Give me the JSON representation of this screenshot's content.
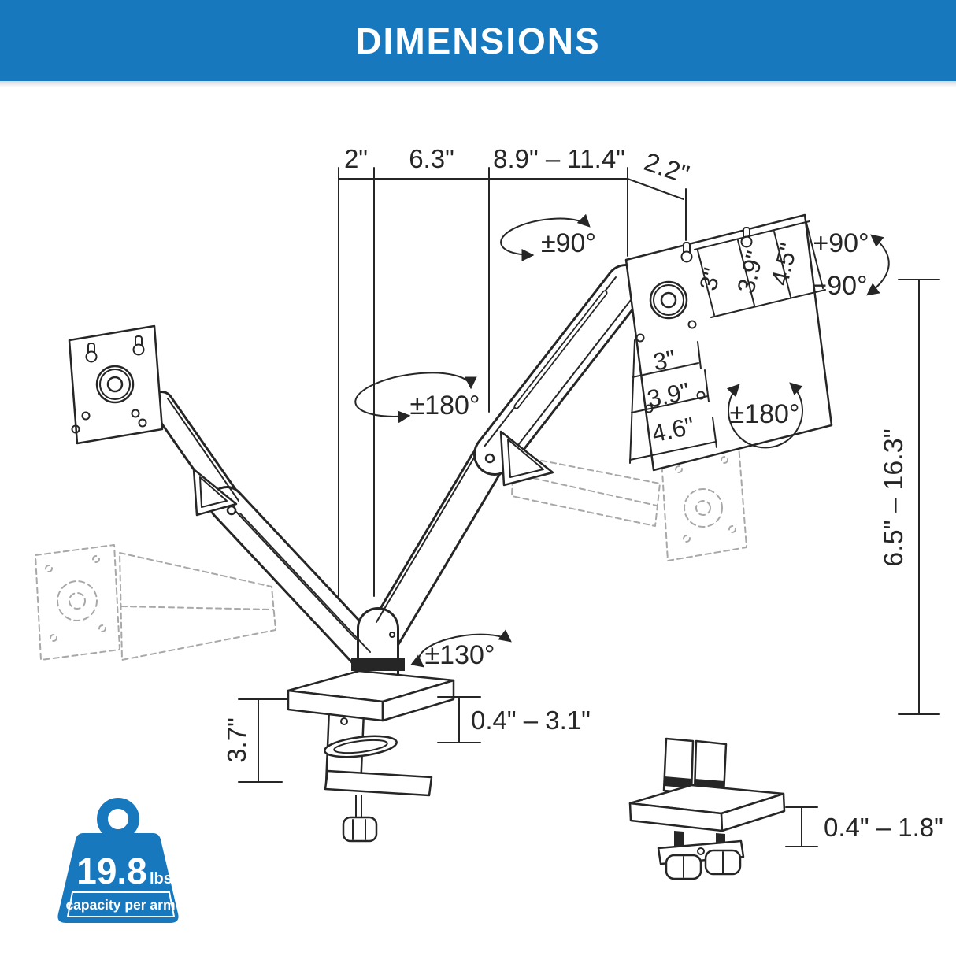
{
  "header": {
    "title": "DIMENSIONS"
  },
  "colors": {
    "brand_blue": "#1878be",
    "line": "#262626",
    "ghost": "#a8a8a8"
  },
  "dimensions": {
    "top": {
      "seg1": "2\"",
      "seg2": "6.3\"",
      "seg3": "8.9\" – 11.4\"",
      "seg4": "2.2\""
    },
    "vesa_vertical": {
      "inner": "3\"",
      "mid": "3.9\"",
      "outer": "4.5\""
    },
    "vesa_horizontal": {
      "inner": "3\"",
      "mid": "3.9\"",
      "outer": "4.6\""
    },
    "height_range": "6.5\" – 16.3\"",
    "clamp_height": "3.7\"",
    "clamp_desk_range": "0.4\" – 3.1\"",
    "grommet_desk_range": "0.4\" – 1.8\""
  },
  "rotations": {
    "arm_swivel": "±90°",
    "tilt_up": "+90°",
    "tilt_down": "−90°",
    "elbow_swivel": "±180°",
    "plate_rotation": "±180°",
    "base_swivel": "±130°"
  },
  "weight_badge": {
    "value": "19.8",
    "unit": "lbs",
    "caption": "capacity per arm"
  }
}
